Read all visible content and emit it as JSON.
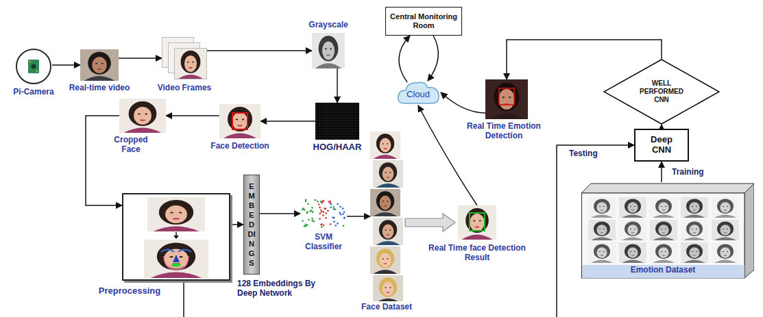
{
  "diagram": {
    "nodes": [
      {
        "text": [
          "Pi-Camera"
        ]
      },
      {
        "text": [
          "Real-time video"
        ]
      },
      {
        "text": [
          "Video Frames"
        ]
      },
      {
        "text": [
          "Grayscale"
        ]
      },
      {
        "text": [
          "HOG/HAAR"
        ]
      },
      {
        "text": [
          "Face Detection"
        ]
      },
      {
        "text": [
          "Cropped Face"
        ]
      },
      {
        "text": [
          "Preprocessing"
        ]
      },
      {
        "text": [
          "EMBEDDINGS",
          "128 Embeddings By Deep Network"
        ]
      },
      {
        "text": [
          "SVM Classifier"
        ]
      },
      {
        "text": [
          "Face Dataset"
        ]
      },
      {
        "text": [
          "Real Time face Detection Result"
        ]
      },
      {
        "text": [
          "Cloud"
        ]
      },
      {
        "text": [
          "Central Monitoring Room"
        ]
      },
      {
        "text": [
          "Real Time Emotion Detection"
        ]
      },
      {
        "text": [
          "WELL PERFORMED CNN"
        ]
      },
      {
        "text": [
          "Deep CNN"
        ]
      },
      {
        "text": [
          "Emotion Dataset"
        ]
      }
    ],
    "edges": [
      {
        "from": 0,
        "to": 1,
        "arrow": "to"
      },
      {
        "from": 1,
        "to": 2,
        "arrow": "to"
      },
      {
        "from": 2,
        "to": 3,
        "arrow": "to"
      },
      {
        "from": 3,
        "to": 4,
        "arrow": "to"
      },
      {
        "from": 4,
        "to": 5,
        "arrow": "to"
      },
      {
        "from": 5,
        "to": 6,
        "arrow": "to"
      },
      {
        "from": 6,
        "to": 7,
        "arrow": "to"
      },
      {
        "from": 7,
        "to": 8,
        "arrow": "to"
      },
      {
        "from": 8,
        "to": 9,
        "arrow": "to"
      },
      {
        "from": 9,
        "to": 10,
        "arrow": "to"
      },
      {
        "from": 10,
        "to": 11,
        "arrow": "to"
      },
      {
        "from": 11,
        "to": 12,
        "arrow": "to"
      },
      {
        "from": 12,
        "to": 13,
        "arrow": "both"
      },
      {
        "from": 14,
        "to": 12,
        "arrow": "to"
      },
      {
        "from": 17,
        "to": 16,
        "label": "Training",
        "arrow": "to"
      },
      {
        "from": 16,
        "to": 15,
        "arrow": "to"
      },
      {
        "from": 15,
        "to": 14,
        "arrow": "to"
      },
      {
        "from": 7,
        "to": 16,
        "label": "Testing",
        "arrow": "to"
      }
    ]
  }
}
